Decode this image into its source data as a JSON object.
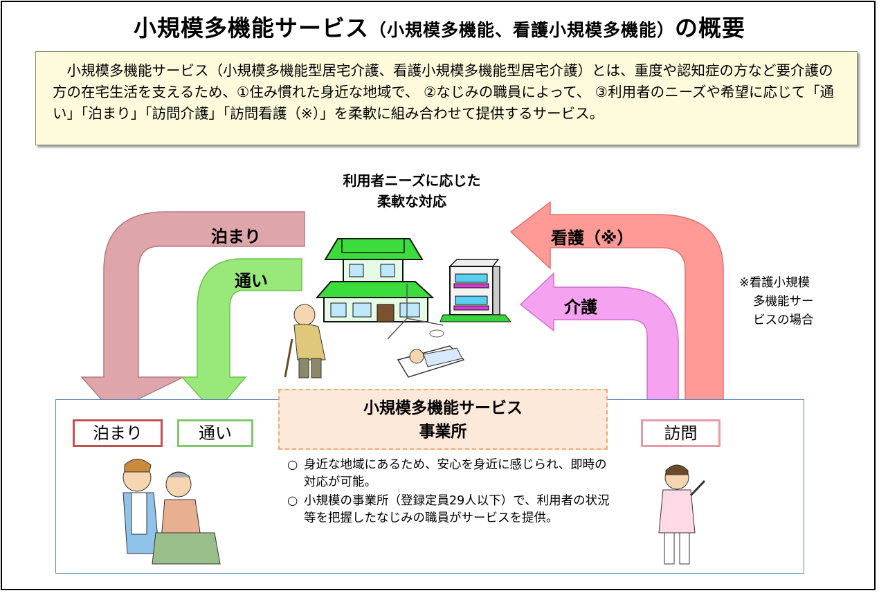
{
  "title": {
    "main": "小規模多機能サービス",
    "sub": "（小規模多機能、看護小規模多機能）",
    "end": "の概要"
  },
  "intro_text": "小規模多機能サービス（小規模多機能型居宅介護、看護小規模多機能型居宅介護）とは、重度や認知症の方など要介護の方の在宅生活を支えるため、①住み慣れた身近な地域で、 ②なじみの職員によって、 ③利用者のニーズや希望に応じて「通い」「泊まり」「訪問介護」「訪問看護（※）」を柔軟に組み合わせて提供するサービス。",
  "needs_label": [
    "利用者ニーズに応じた",
    "柔軟な対応"
  ],
  "arrows": {
    "tomari": "泊まり",
    "kayoi": "通い",
    "kango": "看護（※）",
    "kaigo": "介護"
  },
  "note": [
    "※看護小規模",
    "多機能サー",
    "ビスの場合"
  ],
  "modes": {
    "tomari": "泊まり",
    "kayoi": "通い",
    "houmon": "訪問"
  },
  "office": [
    "小規模多機能サービス",
    "事業所"
  ],
  "bullet_mark": "○",
  "bullets": [
    "身近な地域にあるため、安心を身近に感じられ、即時の対応が可能。",
    "小規模の事業所（登録定員29人以下）で、利用者の状況等を把握したなじみの職員がサービスを提供。"
  ],
  "colors": {
    "tomari_arrow": "#dea5aa",
    "kayoi_arrow": "#99e87a",
    "kango_arrow": "#ff9a96",
    "kaigo_arrow": "#f5a2f0",
    "house_roof": "#3bdc3b",
    "intro_bg": "#fdfbdc",
    "office_bg": "#fde9d9"
  }
}
